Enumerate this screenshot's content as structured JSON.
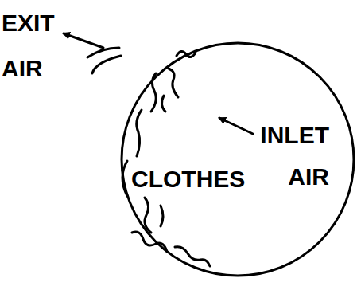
{
  "diagram": {
    "nodes": [
      {
        "text": [
          "CLOTHES",
          "INLET AIR"
        ]
      }
    ],
    "labels": [
      "EXIT AIR"
    ]
  }
}
